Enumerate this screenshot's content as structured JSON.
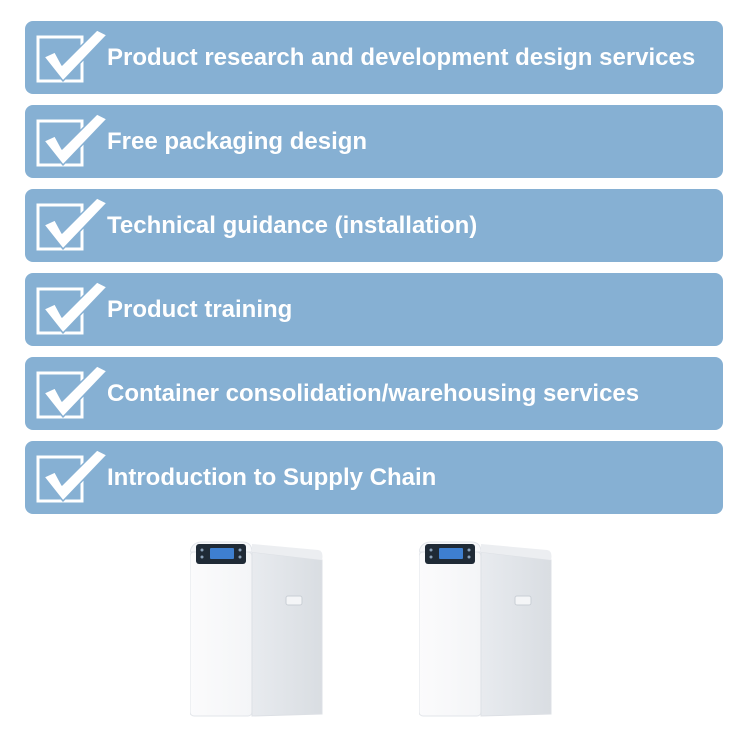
{
  "colors": {
    "row_background": "#86b0d3",
    "label_text": "#ffffff",
    "device_body": "#f4f5f7",
    "device_panel": "#1f2a36",
    "device_screen": "#3e7fd0"
  },
  "services": [
    {
      "label": "Product research and development design services",
      "icon": "checkmark-icon"
    },
    {
      "label": "Free packaging design",
      "icon": "checkmark-icon"
    },
    {
      "label": "Technical guidance (installation)",
      "icon": "checkmark-icon"
    },
    {
      "label": "Product training",
      "icon": "checkmark-icon"
    },
    {
      "label": "Container consolidation/warehousing services",
      "icon": "checkmark-icon"
    },
    {
      "label": "Introduction to Supply Chain",
      "icon": "checkmark-icon"
    }
  ],
  "products": [
    {
      "name": "water-softener-unit"
    },
    {
      "name": "water-softener-unit"
    }
  ]
}
